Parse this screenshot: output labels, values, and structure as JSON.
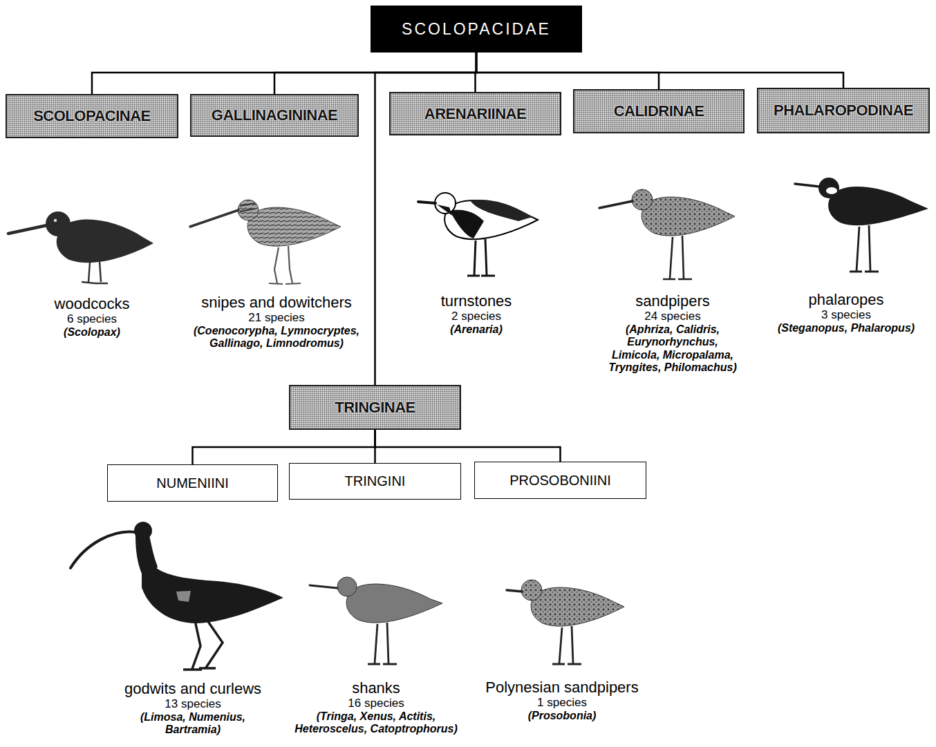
{
  "diagram": {
    "nodes": [
      {
        "text": [
          "SCOLOPACIDAE"
        ]
      },
      {
        "text": [
          "SCOLOPACINAE"
        ]
      },
      {
        "text": [
          "GALLINAGININAE"
        ]
      },
      {
        "text": [
          "ARENARIINAE"
        ]
      },
      {
        "text": [
          "CALIDRINAE"
        ]
      },
      {
        "text": [
          "PHALAROPODINAE"
        ]
      },
      {
        "text": [
          "TRINGINAE"
        ]
      },
      {
        "text": [
          "NUMENIINI"
        ]
      },
      {
        "text": [
          "TRINGINI"
        ]
      },
      {
        "text": [
          "PROSOBONIINI"
        ]
      }
    ],
    "edges": [
      {
        "from": 0,
        "to": 1,
        "arrow": "none"
      },
      {
        "from": 0,
        "to": 2,
        "arrow": "none"
      },
      {
        "from": 0,
        "to": 3,
        "arrow": "none"
      },
      {
        "from": 0,
        "to": 4,
        "arrow": "none"
      },
      {
        "from": 0,
        "to": 5,
        "arrow": "none"
      },
      {
        "from": 0,
        "to": 6,
        "arrow": "none"
      },
      {
        "from": 6,
        "to": 7,
        "arrow": "none"
      },
      {
        "from": 6,
        "to": 8,
        "arrow": "none"
      },
      {
        "from": 6,
        "to": 9,
        "arrow": "none"
      }
    ],
    "labels": [
      "woodcocks",
      "6 species",
      "(Scolopax)",
      "snipes and dowitchers",
      "21 species",
      "(Coenocorypha, Lymnocryptes, Gallinago, Limnodromus)",
      "turnstones",
      "2 species",
      "(Arenaria)",
      "sandpipers",
      "24 species",
      "(Aphriza, Calidris, Eurynorhynchus, Limicola, Micropalama, Tryngites, Philomachus)",
      "phalaropes",
      "3 species",
      "(Steganopus, Phalaropus)",
      "godwits and curlews",
      "13 species",
      "(Limosa, Numenius, Bartramia)",
      "shanks",
      "16 species",
      "(Tringa, Xenus, Actitis, Heteroscelus, Catoptrophorus)",
      "Polynesian sandpipers",
      "1 species",
      "(Prosobonia)"
    ]
  }
}
